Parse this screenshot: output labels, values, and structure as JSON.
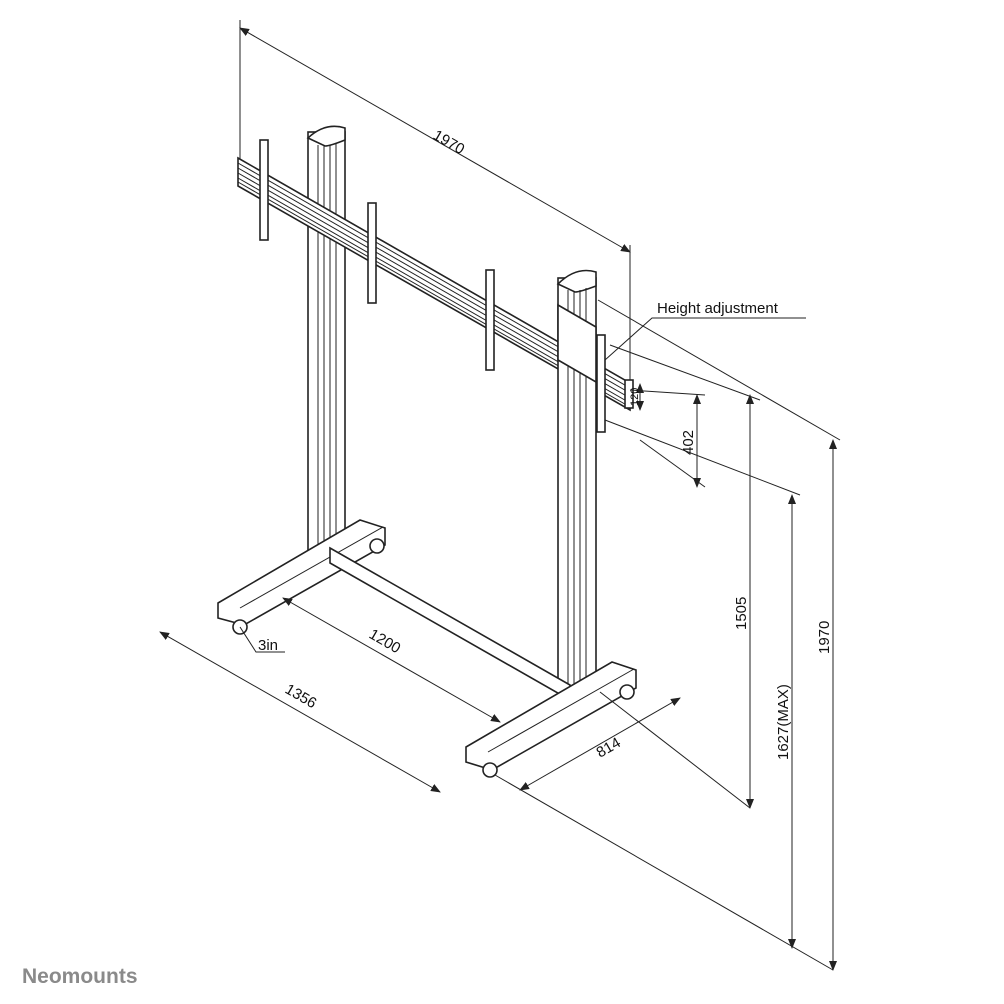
{
  "brand": "Neomounts",
  "labels": {
    "height_adjustment": "Height adjustment",
    "caster_size": "3in"
  },
  "dimensions": {
    "bar_width": "1970",
    "vesa_spacing": "120",
    "adjust_range": "402",
    "min_height": "1505",
    "max_height": "1627(MAX)",
    "total_height": "1970",
    "base_width": "1356",
    "inner_width": "1200",
    "base_depth": "814"
  },
  "colors": {
    "line": "#222222",
    "brand": "#8a8a8a"
  }
}
